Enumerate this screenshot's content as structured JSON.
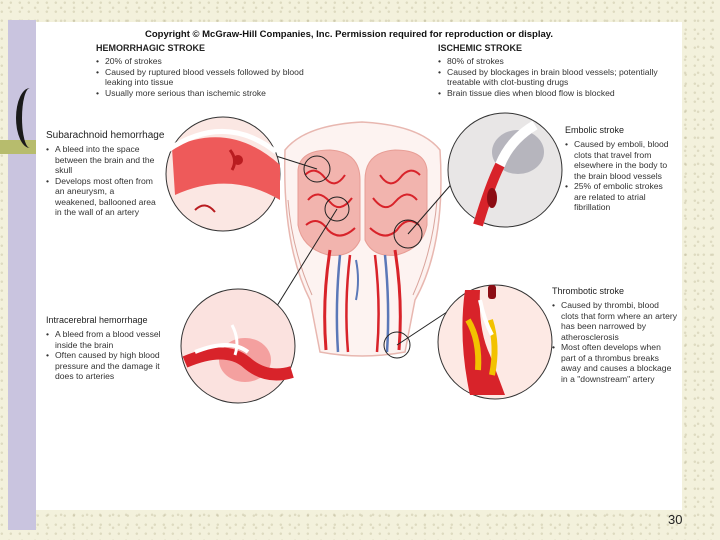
{
  "copyright": "Copyright © McGraw-Hill Companies, Inc. Permission required for reproduction or display.",
  "hemorrhagic": {
    "title": "HEMORRHAGIC STROKE",
    "bullets": [
      "20% of strokes",
      "Caused by ruptured blood vessels followed by blood leaking into tissue",
      "Usually more serious than ischemic stroke"
    ]
  },
  "ischemic": {
    "title": "ISCHEMIC STROKE",
    "bullets": [
      "80% of strokes",
      "Caused by blockages in brain blood vessels; potentially treatable with clot-busting drugs",
      "Brain tissue dies when blood flow is blocked"
    ]
  },
  "subarachnoid": {
    "title": "Subarachnoid hemorrhage",
    "bullets": [
      "A bleed into the space between the brain and the skull",
      "Develops most often from an aneurysm, a weakened, ballooned area in the wall of an artery"
    ]
  },
  "intracerebral": {
    "title": "Intracerebral hemorrhage",
    "bullets": [
      "A bleed from a blood vessel inside the brain",
      "Often caused by high blood pressure and the damage it does to arteries"
    ]
  },
  "embolic": {
    "title": "Embolic stroke",
    "bullets": [
      "Caused by emboli, blood clots that travel from elsewhere in the body to the brain blood vessels",
      "25% of embolic strokes are related to atrial fibrillation"
    ]
  },
  "thrombotic": {
    "title": "Thrombotic stroke",
    "bullets": [
      "Caused by thrombi, blood clots that form where an artery has been narrowed by atherosclerosis",
      "Most often develops when part of a thrombus breaks away and causes a blockage in a \"downstream\" artery"
    ]
  },
  "page_number": "30",
  "colors": {
    "artery": "#d8232a",
    "vein": "#5b78b8",
    "brain": "#f2b4ae",
    "clot": "#f2c200"
  }
}
